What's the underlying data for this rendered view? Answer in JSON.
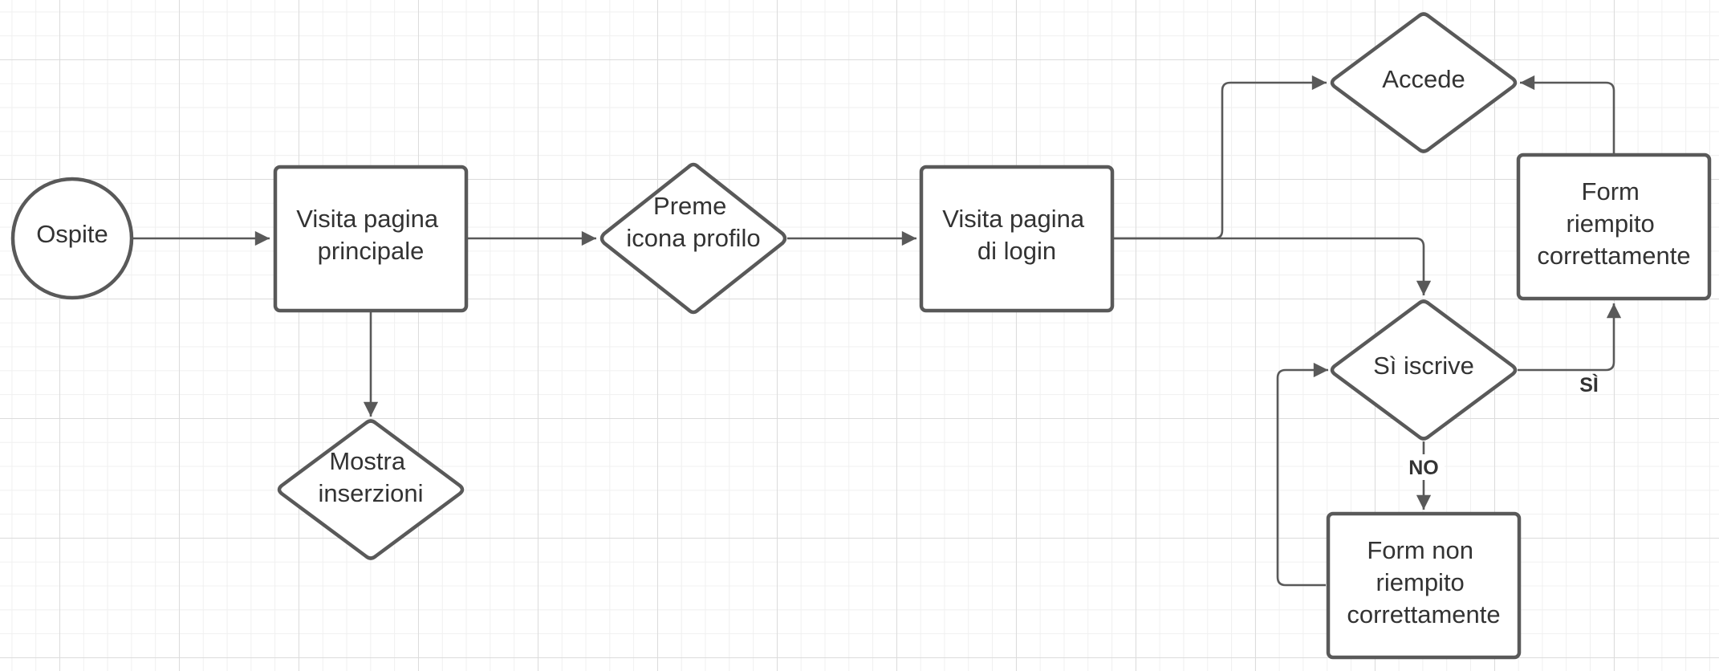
{
  "nodes": {
    "ospite": {
      "lines": [
        "Ospite"
      ]
    },
    "visita_principale": {
      "lines": [
        "Visita pagina",
        "principale"
      ]
    },
    "mostra_inserzioni": {
      "lines": [
        "Mostra",
        "inserzioni"
      ]
    },
    "preme_icona": {
      "lines": [
        "Preme",
        "icona profilo"
      ]
    },
    "visita_login": {
      "lines": [
        "Visita pagina",
        "di login"
      ]
    },
    "accede": {
      "lines": [
        "Accede"
      ]
    },
    "si_iscrive": {
      "lines": [
        "Sì iscrive"
      ]
    },
    "form_corretto": {
      "lines": [
        "Form",
        "riempito",
        "correttamente"
      ]
    },
    "form_non_corretto": {
      "lines": [
        "Form non",
        "riempito",
        "correttamente"
      ]
    }
  },
  "edges": {
    "yes_label": "SÌ",
    "no_label": "NO"
  },
  "colors": {
    "stroke": "#595959",
    "text": "#333333",
    "background": "#ffffff",
    "grid": "#dcdcdc"
  }
}
